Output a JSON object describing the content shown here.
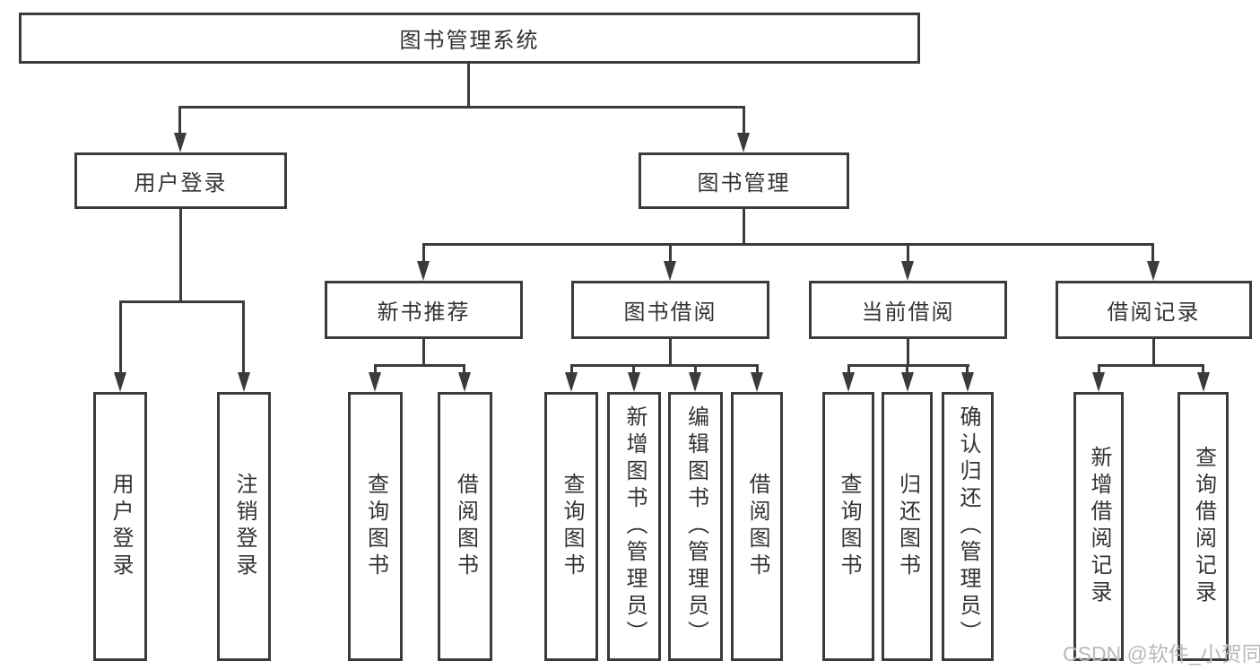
{
  "style": {
    "line_color": "#3b3b3b",
    "text_color": "#333333",
    "box_background": "#ffffff",
    "page_background": "#ffffff",
    "watermark_color": "#b9b9b9"
  },
  "tree": {
    "root": {
      "label": "图书管理系统"
    },
    "branches": [
      {
        "label": "用户登录",
        "children": [
          {
            "label": "用户登录"
          },
          {
            "label": "注销登录"
          }
        ]
      },
      {
        "label": "图书管理",
        "sections": [
          {
            "label": "新书推荐",
            "children": [
              {
                "label": "查询图书"
              },
              {
                "label": "借阅图书"
              }
            ]
          },
          {
            "label": "图书借阅",
            "children": [
              {
                "label": "查询图书"
              },
              {
                "label": "新增图书（管理员）"
              },
              {
                "label": "编辑图书（管理员）"
              },
              {
                "label": "借阅图书"
              }
            ]
          },
          {
            "label": "当前借阅",
            "children": [
              {
                "label": "查询图书"
              },
              {
                "label": "归还图书"
              },
              {
                "label": "确认归还（管理员）"
              }
            ]
          },
          {
            "label": "借阅记录",
            "children": [
              {
                "label": "新增借阅记录"
              },
              {
                "label": "查询借阅记录"
              }
            ]
          }
        ]
      }
    ]
  },
  "watermark": {
    "text": "CSDN @软件_小贺同学"
  }
}
